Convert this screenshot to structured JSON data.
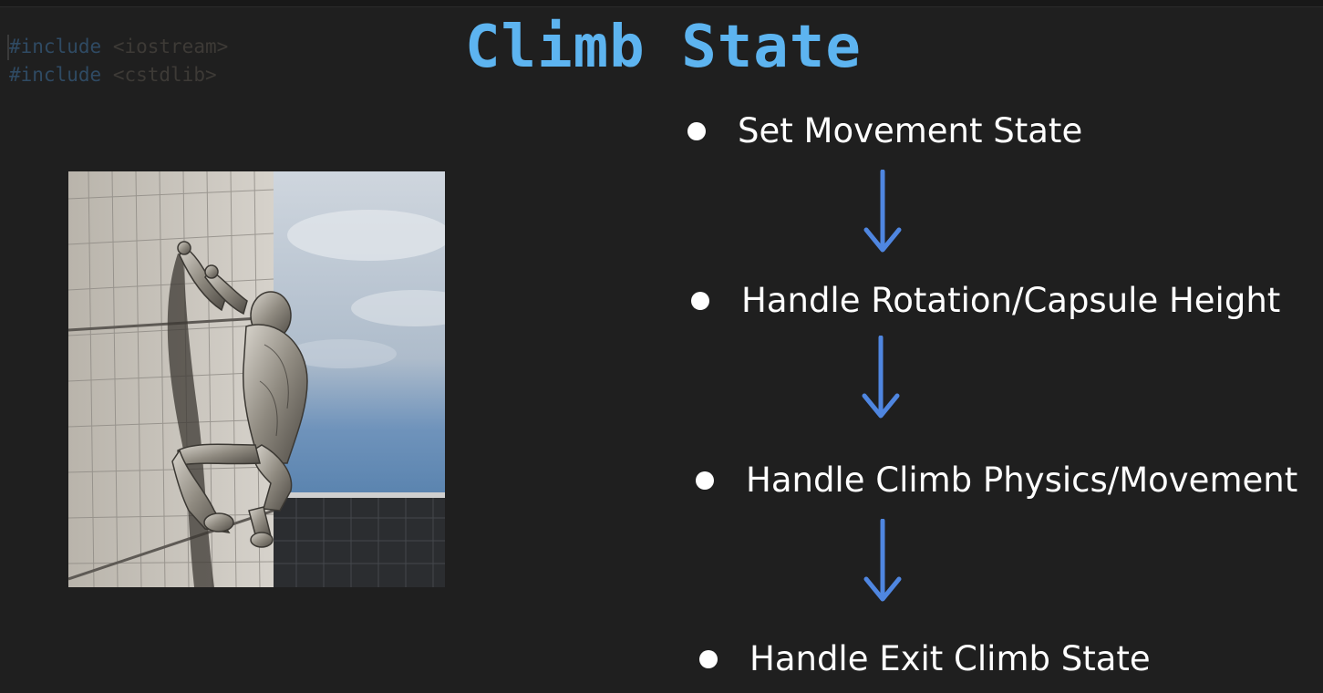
{
  "slide": {
    "title": "Climb State",
    "code_lines": [
      {
        "keyword": "#include",
        "header": "<iostream>"
      },
      {
        "keyword": "#include",
        "header": "<cstdlib>"
      }
    ],
    "steps": [
      {
        "label": "Set Movement State"
      },
      {
        "label": "Handle Rotation/Capsule Height"
      },
      {
        "label": "Handle Climb Physics/Movement"
      },
      {
        "label": "Handle Exit Climb State"
      }
    ]
  },
  "colors": {
    "title": "#5db4f0",
    "arrow": "#4f86e0",
    "background": "#1f1f1f",
    "text": "#ffffff"
  }
}
